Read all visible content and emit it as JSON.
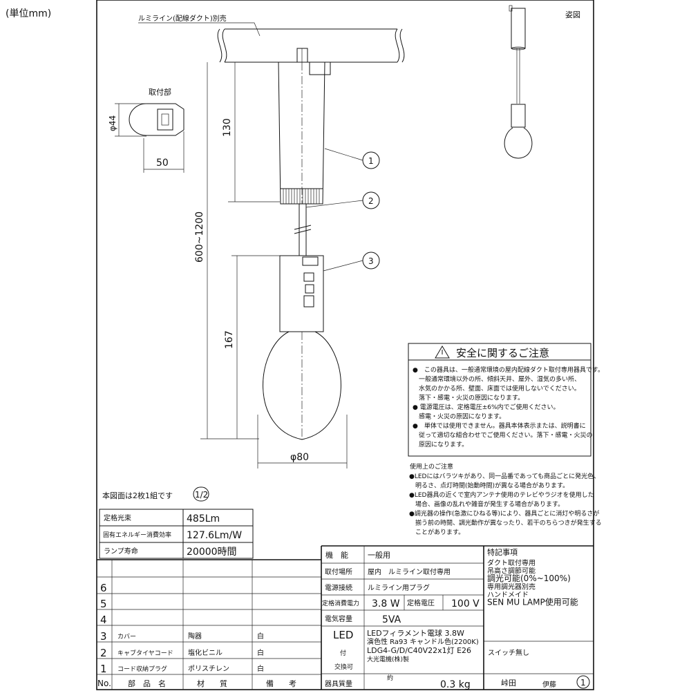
{
  "unit_label": "(単位mm)",
  "duct_label": "ルミライン(配線ダクト)別売",
  "view_label": "姿図",
  "mount_label": "取付部",
  "dims": {
    "mount_dia": "φ44",
    "mount_width": "50",
    "canopy": "130",
    "total": "600~1200",
    "socket": "167",
    "bulb_dia": "φ80"
  },
  "balloons": [
    "1",
    "2",
    "3"
  ],
  "set_note": "本図面は2枚1組です",
  "sheet": "1/2",
  "performance": [
    {
      "label": "定格光束",
      "value": "485Lm"
    },
    {
      "label": "固有エネルギー消費効率",
      "value": "127.6Lm/W"
    },
    {
      "label": "ランプ寿命",
      "value": "20000時間"
    }
  ],
  "safety": {
    "title": "安全に関するご注意",
    "lines": [
      "●　この器具は、一般通常環境の屋内配線ダクト取付専用器具です。",
      "　一般通常環境以外の所、傾斜天井、屋外、湿気の多い所、",
      "　水気のかかる所、壁面、床面では使用しないでください。",
      "　落下・感電・火災の原因になります。",
      "● 電源電圧は、定格電圧±6%内でご使用ください。",
      "　感電・火災の原因になります。",
      "●　単体では使用できません。器具本体表示または、説明書に",
      "　従って適切な組合わせでご使用ください。落下・感電・火災の",
      "　原因になります。"
    ]
  },
  "usage": {
    "title": "使用上のご注意",
    "lines": [
      "●LEDにはバラツキがあり、同一品番であっても商品ごとに発光色、",
      "　明るさ、点灯時間(始動時間)が異なる場合があります。",
      "●LED器具の近くで室内アンテナ使用のテレビやラジオを使用した",
      "　場合、画像の乱れや雑音が発生する場合があります。",
      "●調光器の操作(急激にひねる等)により、器具ごとに消灯や明るさが",
      "　揃う前の時間、調光動作が異なったり、若干のちらつきが発生する",
      "　ことがあります。"
    ]
  },
  "parts": {
    "header": {
      "no": "No.",
      "name": "部　品　名",
      "material": "材　　質",
      "note": "備　　考"
    },
    "rows": [
      {
        "no": "",
        "name": "",
        "material": "",
        "note": ""
      },
      {
        "no": "6",
        "name": "",
        "material": "",
        "note": ""
      },
      {
        "no": "5",
        "name": "",
        "material": "",
        "note": ""
      },
      {
        "no": "4",
        "name": "",
        "material": "",
        "note": ""
      },
      {
        "no": "3",
        "name": "カバー",
        "material": "陶器",
        "note": "白"
      },
      {
        "no": "2",
        "name": "キャブタイヤコード",
        "material": "塩化ビニル",
        "note": "白"
      },
      {
        "no": "1",
        "name": "コード収納プラグ",
        "material": "ポリスチレン",
        "note": "白"
      }
    ]
  },
  "spec": {
    "function_label": "機　能",
    "function": "一般用",
    "location_label": "取付場所",
    "location": "屋内　ルミライン取付専用",
    "connection_label": "電源接続",
    "connection": "ルミライン用プラグ",
    "power_label": "定格消費電力",
    "power": "3.8 W",
    "voltage_label": "定格電圧",
    "voltage": "100 V",
    "capacity_label": "電気容量",
    "capacity": "5VA",
    "led_label": [
      "LED",
      "付",
      "交換可"
    ],
    "led_lines": [
      "LEDフィラメント電球 3.8W",
      "演色性 Ra93 キャンドル色(2200K)",
      "LDG4-G/D/C40V22x1灯 E26",
      "大光電機(株)製"
    ],
    "weight_label": "器具質量",
    "weight_prefix": "約",
    "weight": "0.3 kg"
  },
  "remarks": {
    "title": "特記事項",
    "lines": [
      "ダクト取付専用",
      "吊高さ調節可能",
      "調光可能(0%~100%)",
      "専用調光器別売",
      "ハンドメイド",
      "SEN MU LAMP使用可能"
    ],
    "switch": "スイッチ無し"
  },
  "signatures": {
    "drawn": "峠田",
    "checked": "伊藤",
    "rev": "1"
  }
}
